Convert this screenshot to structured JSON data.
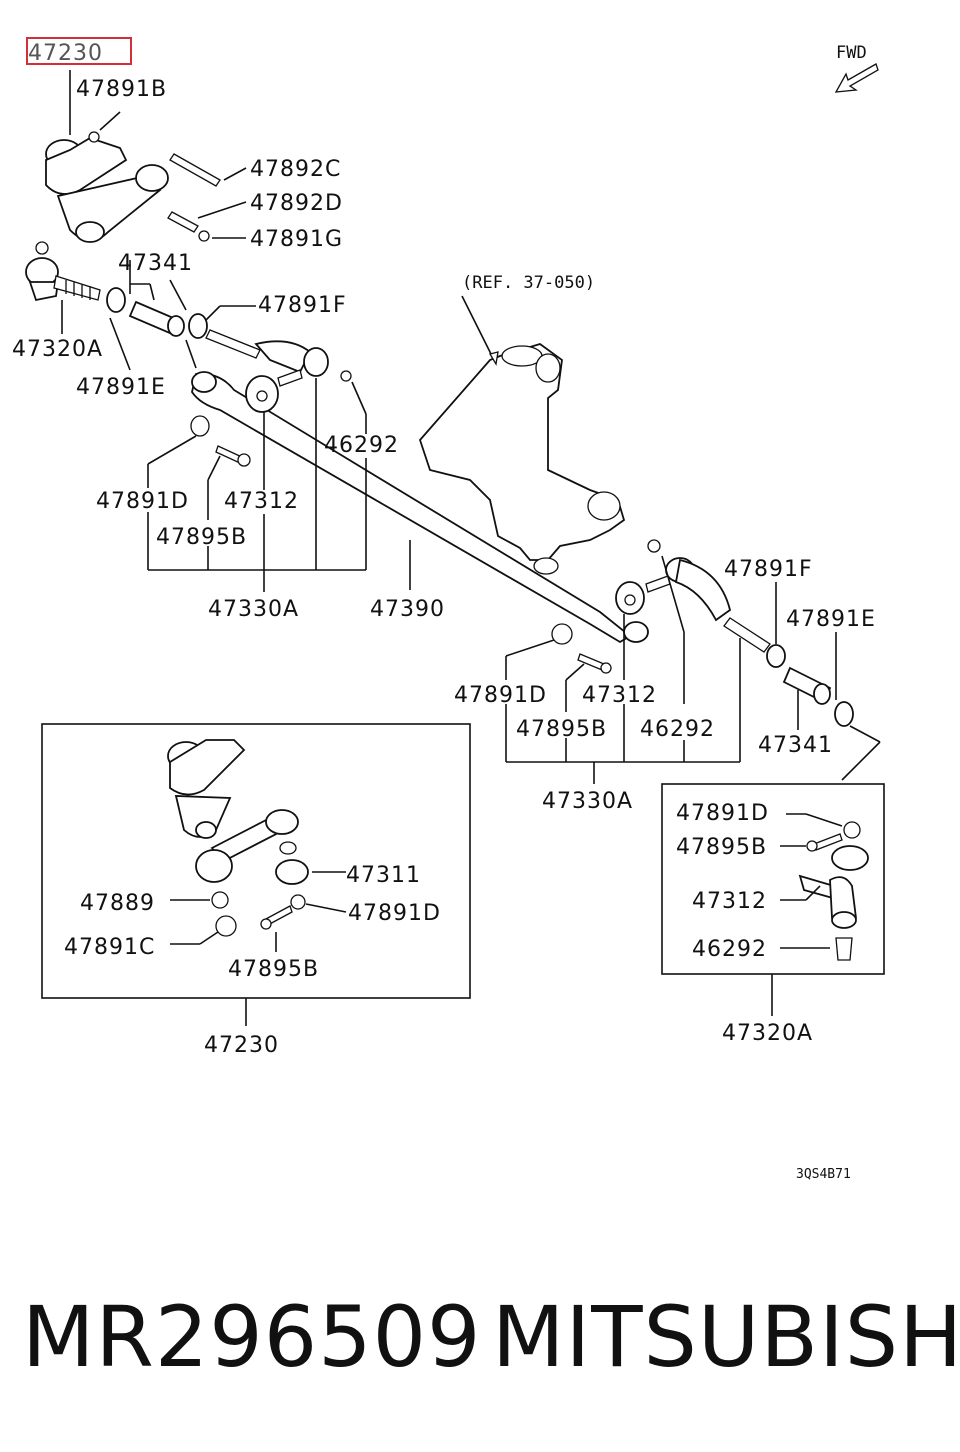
{
  "highlighted_part": "47230",
  "direction_label": "FWD",
  "reference_label": "(REF. 37-050)",
  "drawing_code": "3QS4B71",
  "callouts": {
    "c47891B": "47891B",
    "c47892C": "47892C",
    "c47892D": "47892D",
    "c47891G": "47891G",
    "c47341_left": "47341",
    "c47891F_left": "47891F",
    "c47320A_left": "47320A",
    "c47891E_left": "47891E",
    "c46292_left": "46292",
    "c47891D_left": "47891D",
    "c47312_left": "47312",
    "c47895B_left": "47895B",
    "c47330A_left": "47330A",
    "c47390": "47390",
    "c47891F_right": "47891F",
    "c47891E_right": "47891E",
    "c47891D_mid": "47891D",
    "c47312_mid": "47312",
    "c47895B_mid": "47895B",
    "c46292_mid": "46292",
    "c47341_right": "47341",
    "c47330A_right": "47330A",
    "inset_left": {
      "c47311": "47311",
      "c47889": "47889",
      "c47891D": "47891D",
      "c47891C": "47891C",
      "c47895B": "47895B",
      "title": "47230"
    },
    "inset_right": {
      "c47891D": "47891D",
      "c47895B": "47895B",
      "c47312": "47312",
      "c46292": "46292",
      "title": "47320A"
    }
  },
  "footer": {
    "part_number": "MR296509",
    "brand": "MITSUBISHI"
  }
}
